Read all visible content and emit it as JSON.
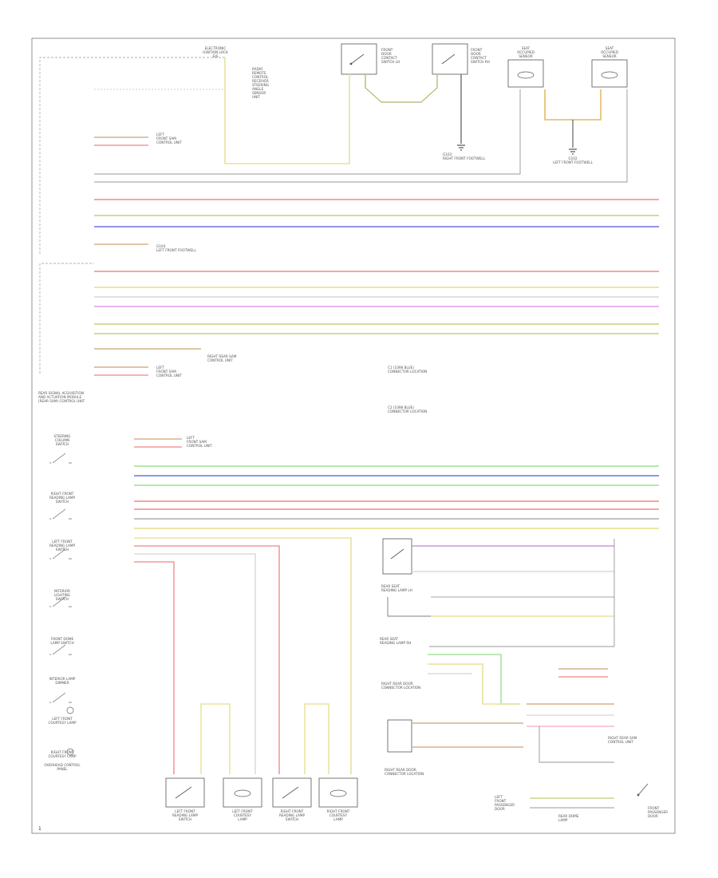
{
  "colors": {
    "red": "#f29a9a",
    "yellow": "#e8e39a",
    "yellow_green": "#c9d98a",
    "blue": "#7f86e6",
    "violet": "#e7a9f0",
    "green": "#a8e6a0",
    "white": "#dcdcdc",
    "brown": "#d7b08a",
    "gray": "#b9b9b9",
    "purple": "#c79ad6",
    "orange": "#f0c27a",
    "pink": "#f5b8c8"
  },
  "page_number": "1",
  "labels": {
    "ecu_top": [
      "ELECTRONIC",
      "IGNITION LOCK",
      "EIS"
    ],
    "sensor_block": [
      "RADIO",
      "REMOTE",
      "CONTROL",
      "RECEIVER",
      "STEERING",
      "ANGLE",
      "SENSOR",
      "UNIT"
    ],
    "driver_seat": [
      "SEAT",
      "OCCUPIED",
      "SENSOR"
    ],
    "pass_seat": [
      "SEAT",
      "OCCUPIED",
      "SENSOR"
    ],
    "front_door_l": [
      "FRONT",
      "DOOR",
      "CONTACT",
      "SWITCH LH"
    ],
    "front_door_r": [
      "FRONT",
      "DOOR",
      "CONTACT",
      "SWITCH RH"
    ],
    "ground_r": [
      "G103",
      "RIGHT FRONT FOOTWELL"
    ],
    "ground_l": [
      "G102",
      "LEFT FRONT FOOTWELL"
    ],
    "conn_sam_top": [
      "LEFT",
      "FRONT SAM",
      "CONTROL UNIT"
    ],
    "ground_inner": [
      "G104",
      "LEFT FRONT FOOTWELL"
    ],
    "conn_sam_mid": [
      "LEFT",
      "FRONT SAM",
      "CONTROL UNIT"
    ],
    "module_mid": [
      "RIGHT REAR SAM",
      "CONTROL UNIT"
    ],
    "ecu_mid": [
      "REAR SIGNAL ACQUISITION",
      "AND ACTUATION MODULE",
      "(REAR SAM) CONTROL UNIT"
    ],
    "conn_sam_lower": [
      "LEFT",
      "FRONT SAM",
      "CONTROL UNIT"
    ],
    "loc_note_1": [
      "C1 (1098 BLUE)",
      "CONNECTOR LOCATION"
    ],
    "loc_note_2": [
      "C2 (1098 BLUE)",
      "CONNECTOR LOCATION"
    ],
    "sw_stack": [
      [
        "STEERING",
        "COLUMN",
        "SWITCH"
      ],
      [
        "RIGHT FRONT",
        "READING LAMP",
        "SWITCH"
      ],
      [
        "LEFT FRONT",
        "READING LAMP",
        "SWITCH"
      ],
      [
        "INTERIOR",
        "LIGHTING",
        "SWITCH"
      ],
      [
        "FRONT DOME",
        "LAMP SWITCH"
      ],
      [
        "INTERIOR LAMP",
        "DIMMER"
      ],
      [
        "LEFT FRONT",
        "COURTESY LAMP"
      ],
      [
        "RIGHT FRONT",
        "COURTESY LAMP"
      ],
      [
        "OVERHEAD CONTROL",
        "PANEL"
      ]
    ],
    "rear_rl": [
      "REAR SEAT",
      "READING LAMP LH"
    ],
    "rear_rr": [
      "REAR SEAT",
      "READING LAMP RH"
    ],
    "rear_lower_1": [
      "RIGHT REAR DOOR",
      "CONNECTOR LOCATION"
    ],
    "rear_lower_2": [
      "RIGHT REAR DOOR",
      "CONNECTOR LOCATION"
    ],
    "rear_right_1": [
      "RIGHT REAR SAM",
      "CONTROL UNIT"
    ],
    "bottom_sw": [
      [
        "LEFT FRONT",
        "READING LAMP",
        "SWITCH"
      ],
      [
        "LEFT FRONT",
        "COURTESY",
        "LAMP"
      ],
      [
        "RIGHT FRONT",
        "READING LAMP",
        "SWITCH"
      ],
      [
        "RIGHT FRONT",
        "COURTESY",
        "LAMP"
      ]
    ],
    "bottom_right": [
      "LEFT",
      "FRONT",
      "PASSENGER",
      "DOOR"
    ],
    "bottom_right_2": [
      "REAR DOME",
      "LAMP"
    ],
    "bottom_right_3": [
      "FRONT",
      "PASSENGER",
      "DOOR"
    ]
  }
}
